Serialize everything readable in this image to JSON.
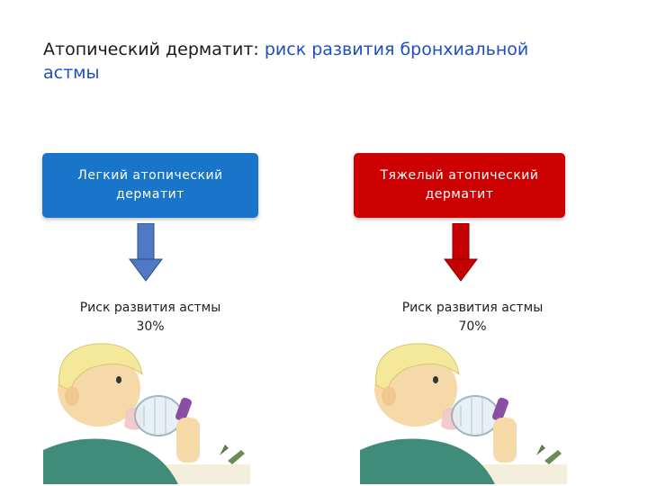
{
  "title": {
    "bold_part": "Атопический дерматит",
    "colon": ":",
    "accent_part": " риск развития бронхиальной астмы"
  },
  "colors": {
    "mild": "#1975c9",
    "severe": "#cc0000",
    "mild_arrow": "#4f79c2",
    "severe_arrow": "#c40000",
    "title_accent": "#1e4fbf"
  },
  "mild": {
    "box_label": "Легкий атопический\nдерматит",
    "risk_label": "Риск развития астмы\n30%"
  },
  "severe": {
    "box_label": "Тяжелый атопический\nдерматит",
    "risk_label": "Риск развития астмы\n70%"
  },
  "illustrations": {
    "left_icon": "child-with-inhaler-icon",
    "right_icon": "child-with-inhaler-icon"
  }
}
